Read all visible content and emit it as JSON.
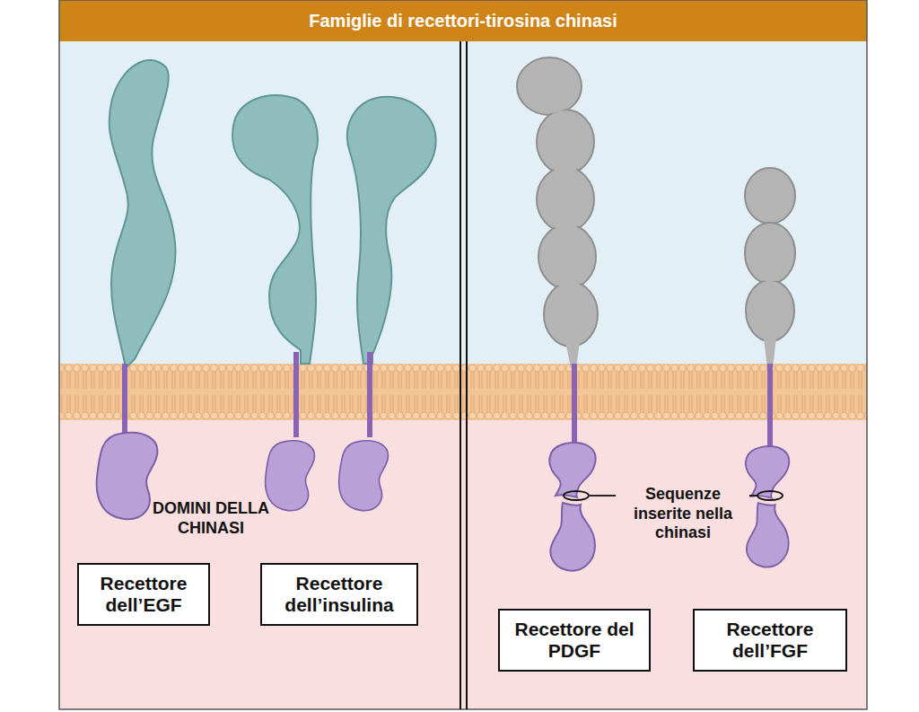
{
  "diagram": {
    "title": "Famiglie di recettori-tirosina chinasi",
    "nodes": [
      {
        "text": [
          "Recettore dell’EGF"
        ]
      },
      {
        "text": [
          "Recettore dell’insulina"
        ]
      },
      {
        "text": [
          "Recettore del PDGF"
        ]
      },
      {
        "text": [
          "Recettore dell’FGF"
        ]
      }
    ],
    "labels": [
      "DOMINI DELLA CHINASI",
      "Sequenze inserite nella chinasi"
    ]
  }
}
